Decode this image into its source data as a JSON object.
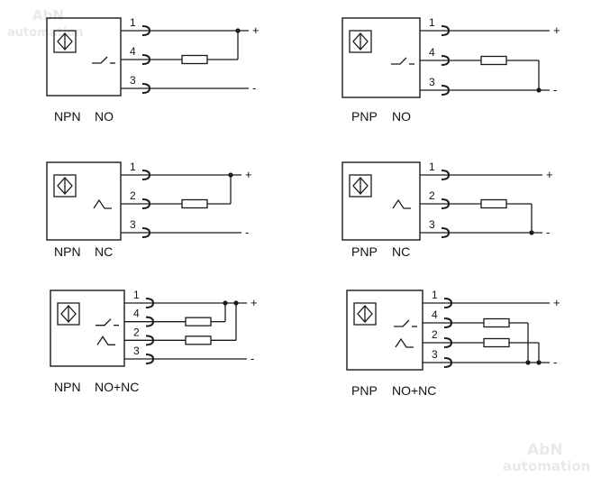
{
  "watermark": {
    "brand": "AbN",
    "tagline": "automation"
  },
  "diagrams": [
    {
      "id": "npn-no",
      "type": "NPN",
      "mode": "NO",
      "pins": [
        "1",
        "4",
        "3"
      ],
      "switches": [
        "no"
      ]
    },
    {
      "id": "pnp-no",
      "type": "PNP",
      "mode": "NO",
      "pins": [
        "1",
        "4",
        "3"
      ],
      "switches": [
        "no"
      ]
    },
    {
      "id": "npn-nc",
      "type": "NPN",
      "mode": "NC",
      "pins": [
        "1",
        "2",
        "3"
      ],
      "switches": [
        "nc"
      ]
    },
    {
      "id": "pnp-nc",
      "type": "PNP",
      "mode": "NC",
      "pins": [
        "1",
        "2",
        "3"
      ],
      "switches": [
        "nc"
      ]
    },
    {
      "id": "npn-nonc",
      "type": "NPN",
      "mode": "NO+NC",
      "pins": [
        "1",
        "4",
        "2",
        "3"
      ],
      "switches": [
        "no",
        "nc"
      ]
    },
    {
      "id": "pnp-nonc",
      "type": "PNP",
      "mode": "NO+NC",
      "pins": [
        "1",
        "4",
        "2",
        "3"
      ],
      "switches": [
        "no",
        "nc"
      ]
    }
  ],
  "terminals": {
    "positive": "+",
    "negative": "-"
  },
  "colors": {
    "line": "#1a1a1a",
    "label": "#111111",
    "watermark": "#e9e9e9",
    "background": "#ffffff"
  }
}
